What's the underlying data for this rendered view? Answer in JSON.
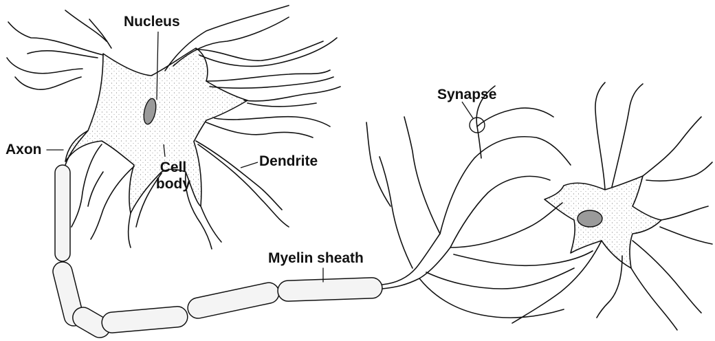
{
  "labels": {
    "nucleus": "Nucleus",
    "cell_body_line1": "Cell",
    "cell_body_line2": "body",
    "axon": "Axon",
    "dendrite": "Dendrite",
    "synapse": "Synapse",
    "myelin_sheath": "Myelin sheath"
  },
  "colors": {
    "ink": "#111111",
    "myelin_fill": "#f4f4f4",
    "nucleus_fill": "#9a9a9a",
    "background": "#ffffff"
  }
}
